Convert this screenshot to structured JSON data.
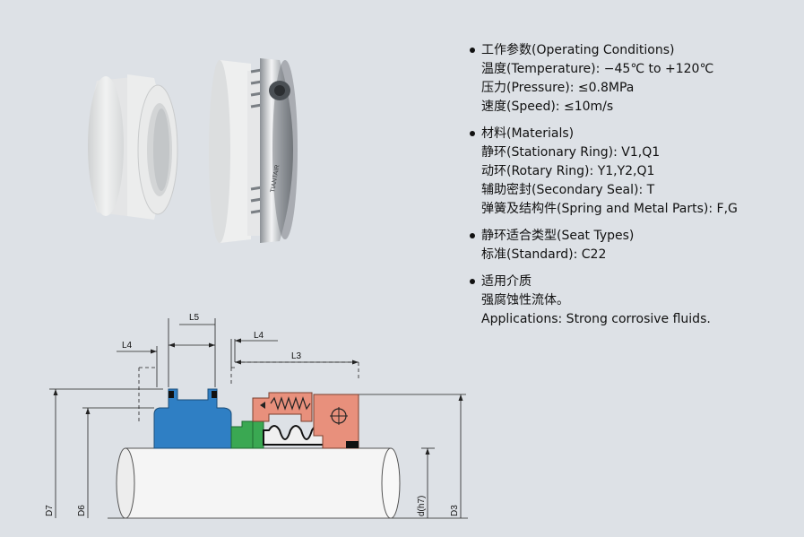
{
  "specs": {
    "operating": {
      "title": "工作参数(Operating Conditions)",
      "lines": [
        "温度(Temperature): −45℃ to +120℃",
        "压力(Pressure): ≤0.8MPa",
        "速度(Speed): ≤10m/s"
      ]
    },
    "materials": {
      "title": "材料(Materials)",
      "lines": [
        "静环(Stationary Ring): V1,Q1",
        "动环(Rotary Ring): Y1,Y2,Q1",
        "辅助密封(Secondary Seal): T",
        "弹簧及结构件(Spring and Metal Parts): F,G"
      ]
    },
    "seat_types": {
      "title": "静环适合类型(Seat Types)",
      "lines": [
        "标准(Standard): C22"
      ]
    },
    "media": {
      "title": "适用介质",
      "lines": [
        "强腐蚀性流体。",
        "Applications: Strong corrosive fluids."
      ]
    }
  },
  "photo": {
    "brand_mark": "TIANTAIR"
  },
  "drawing": {
    "labels": {
      "l5": "L5",
      "l4_left": "L4",
      "l4_right": "L4",
      "l3": "L3",
      "d7": "D7",
      "d6": "D6",
      "d_h7": "d(h7)",
      "d3": "D3"
    }
  },
  "colors": {
    "background": "#dde1e6",
    "stationary_ring": "#2f7fc4",
    "rotary_ring": "#3aa852",
    "metal_parts": "#e8907c",
    "shaft": "#f5f5f5"
  }
}
